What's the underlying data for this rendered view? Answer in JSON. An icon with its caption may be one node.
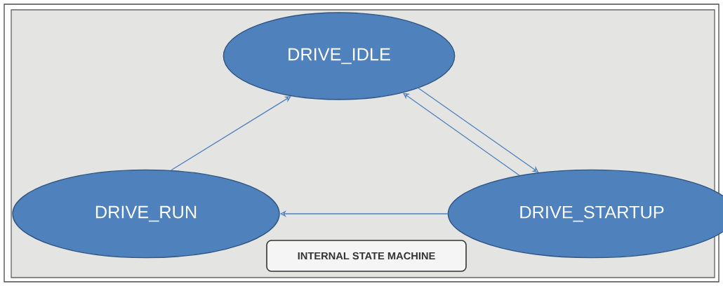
{
  "diagram": {
    "nodes": [
      {
        "text": [
          "DRIVE_IDLE"
        ]
      },
      {
        "text": [
          "DRIVE_RUN"
        ]
      },
      {
        "text": [
          "DRIVE_STARTUP"
        ]
      },
      {
        "text": [
          "INTERNAL STATE MACHINE"
        ]
      }
    ],
    "edges": [
      {
        "from": 1,
        "to": 0,
        "arrow": "to"
      },
      {
        "from": 0,
        "to": 2,
        "arrow": "to"
      },
      {
        "from": 2,
        "to": 0,
        "arrow": "to"
      },
      {
        "from": 2,
        "to": 1,
        "arrow": "to"
      }
    ]
  }
}
